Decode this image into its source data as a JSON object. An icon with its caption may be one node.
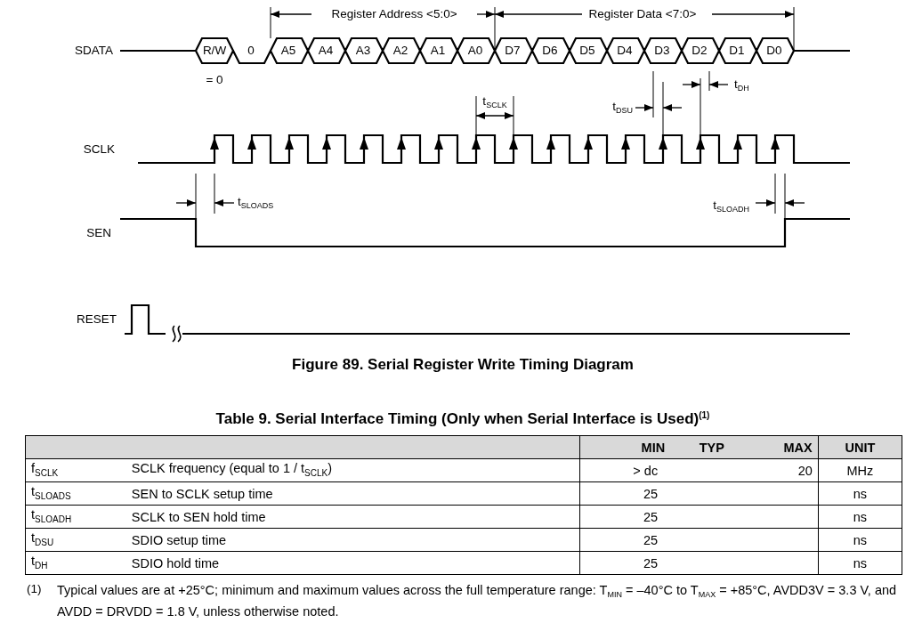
{
  "diagram": {
    "caption": "Figure 89.  Serial Register Write Timing Diagram",
    "labels": [
      "Register Address <5:0>",
      "Register Data <7:0>",
      "SDATA",
      "R/W",
      "0",
      "A5",
      "A4",
      "A3",
      "A2",
      "A1",
      "A0",
      "D7",
      "D6",
      "D5",
      "D4",
      "D3",
      "D2",
      "D1",
      "D0",
      "= 0",
      "t$_{DH}$",
      "t$_{SCLK}$",
      "t$_{DSU}$",
      "SCLK",
      "t$_{SLOADS}$",
      "t$_{SLOADH}$",
      "SEN",
      "RESET",
      "Table 9. Serial Interface Timing (Only when Serial Interface is Used)$^{(1)}$",
      "MIN",
      "TYP",
      "MAX",
      "UNIT",
      "f$_{SCLK}$",
      "SCLK frequency (equal to 1 / t$_{SCLK}$)",
      "> dc",
      "20",
      "MHz",
      "t$_{SLOADS}$",
      "SEN to SCLK setup time",
      "25",
      "ns",
      "t$_{SLOADH}$",
      "SCLK to SEN hold time",
      "25",
      "ns",
      "t$_{DSU}$",
      "SDIO setup time",
      "25",
      "ns",
      "t$_{DH}$",
      "SDIO hold time",
      "25",
      "ns",
      "(1)",
      "Typical values are at +25°C; minimum and maximum values across the full temperature range: T$_{MIN}$ = –40°C to T$_{MAX}$ = +85°C, AVDD3V = 3.3 V, and AVDD = DRVDD = 1.8 V, unless otherwise noted."
    ]
  }
}
